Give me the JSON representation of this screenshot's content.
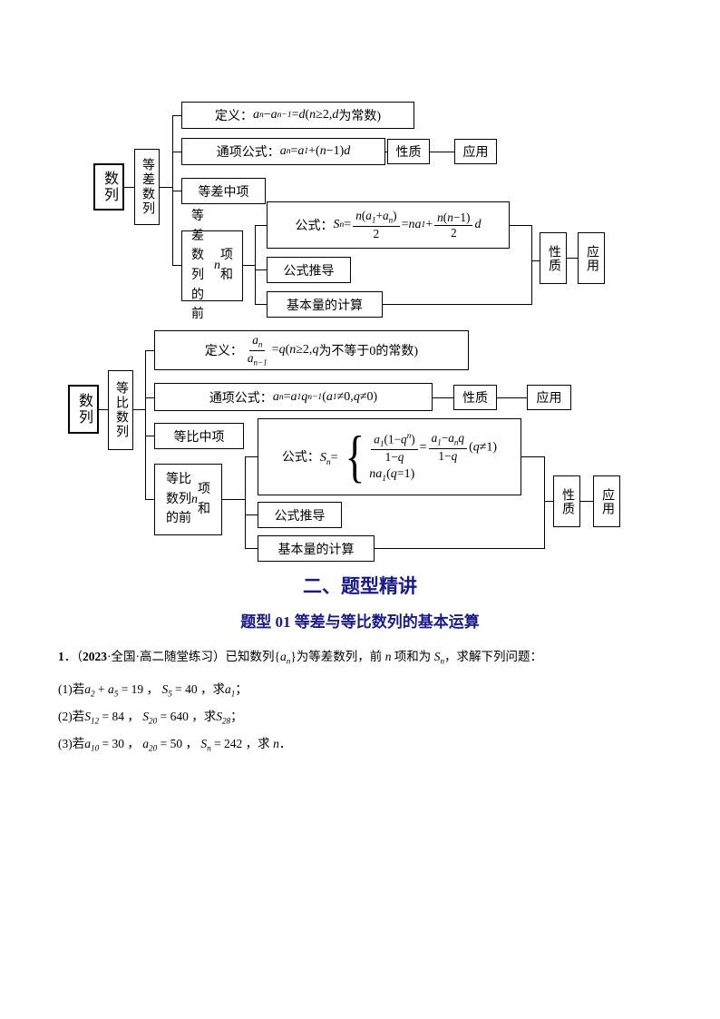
{
  "headings": {
    "section": "二、题型精讲",
    "topic": "题型 01 等差与等比数列的基本运算",
    "color": "#19198c"
  },
  "diagram1": {
    "root": "数列",
    "branch": "等差数列",
    "def_rich": [
      [
        "t",
        "定义："
      ],
      [
        "i",
        "a"
      ],
      [
        "sub",
        "n"
      ],
      [
        "t",
        "−"
      ],
      [
        "i",
        "a"
      ],
      [
        "sub",
        "n−1"
      ],
      [
        "t",
        "="
      ],
      [
        "i",
        "d"
      ],
      [
        "t",
        "("
      ],
      [
        "i",
        "n"
      ],
      [
        "t",
        "≥2,"
      ],
      [
        "i",
        "d"
      ],
      [
        "t",
        "为常数)"
      ]
    ],
    "term_rich": [
      [
        "t",
        "通项公式："
      ],
      [
        "i",
        "a"
      ],
      [
        "sub",
        "n"
      ],
      [
        "t",
        "="
      ],
      [
        "i",
        "a"
      ],
      [
        "sub",
        "1"
      ],
      [
        "t",
        "+("
      ],
      [
        "i",
        "n"
      ],
      [
        "t",
        "−1)"
      ],
      [
        "i",
        "d"
      ]
    ],
    "prop_a": "性质",
    "app_a": "应用",
    "mid": "等差中项",
    "sum_label_rich": [
      [
        "t",
        "等差数列的前"
      ],
      [
        "i",
        "n"
      ],
      [
        "t",
        "项和"
      ]
    ],
    "sumf_rich": [
      [
        "t",
        "公式："
      ],
      [
        "i",
        "S"
      ],
      [
        "sub",
        "n"
      ],
      [
        "t",
        "="
      ],
      [
        "frac",
        [
          [
            "i",
            "n"
          ],
          [
            "t",
            "("
          ],
          [
            "i",
            "a"
          ],
          [
            "sub",
            "1"
          ],
          [
            "t",
            "+"
          ],
          [
            "i",
            "a"
          ],
          [
            "sub",
            "n"
          ],
          [
            "t",
            ")"
          ]
        ],
        [
          [
            "t",
            "2"
          ]
        ]
      ],
      [
        "t",
        "="
      ],
      [
        "i",
        "n"
      ],
      [
        "i",
        "a"
      ],
      [
        "sub",
        "1"
      ],
      [
        "t",
        "+"
      ],
      [
        "frac",
        [
          [
            "i",
            "n"
          ],
          [
            "t",
            "("
          ],
          [
            "i",
            "n"
          ],
          [
            "t",
            "−1)"
          ]
        ],
        [
          [
            "t",
            "2"
          ]
        ]
      ],
      [
        "i",
        "d"
      ]
    ],
    "derive": "公式推导",
    "basic": "基本量的计算",
    "prop_b": "性质",
    "app_b": "应用"
  },
  "diagram2": {
    "root": "数列",
    "branch": "等比数列",
    "def_rich": [
      [
        "t",
        "定义："
      ],
      [
        "frac",
        [
          [
            "i",
            "a"
          ],
          [
            "sub",
            "n"
          ]
        ],
        [
          [
            "i",
            "a"
          ],
          [
            "sub",
            "n−1"
          ]
        ]
      ],
      [
        "t",
        "="
      ],
      [
        "i",
        "q"
      ],
      [
        "t",
        "("
      ],
      [
        "i",
        "n"
      ],
      [
        "t",
        "≥2,"
      ],
      [
        "i",
        "q"
      ],
      [
        "t",
        "为不等于0的常数)"
      ]
    ],
    "term_rich": [
      [
        "t",
        "通项公式："
      ],
      [
        "i",
        "a"
      ],
      [
        "sub",
        "n"
      ],
      [
        "t",
        "="
      ],
      [
        "i",
        "a"
      ],
      [
        "sub",
        "1"
      ],
      [
        "i",
        "q"
      ],
      [
        "sup",
        "n−1"
      ],
      [
        "t",
        "("
      ],
      [
        "i",
        "a"
      ],
      [
        "sub",
        "1"
      ],
      [
        "t",
        "≠0,"
      ],
      [
        "i",
        "q"
      ],
      [
        "t",
        "≠0)"
      ]
    ],
    "prop_a": "性质",
    "app_a": "应用",
    "mid": "等比中项",
    "sum_label_rich": [
      [
        "t",
        "等比数列的前"
      ],
      [
        "i",
        "n"
      ],
      [
        "t",
        "项和"
      ]
    ],
    "sumf_prefix_rich": [
      [
        "t",
        "公式："
      ],
      [
        "i",
        "S"
      ],
      [
        "sub",
        "n"
      ],
      [
        "t",
        "="
      ]
    ],
    "brace": "{",
    "case1_rich": [
      [
        "frac",
        [
          [
            "i",
            "a"
          ],
          [
            "sub",
            "1"
          ],
          [
            "t",
            "(1−"
          ],
          [
            "i",
            "q"
          ],
          [
            "sup",
            "n"
          ],
          [
            "t",
            ")"
          ]
        ],
        [
          [
            "t",
            "1−"
          ],
          [
            "i",
            "q"
          ]
        ]
      ],
      [
        "t",
        "="
      ],
      [
        "frac",
        [
          [
            "i",
            "a"
          ],
          [
            "sub",
            "1"
          ],
          [
            "t",
            "−"
          ],
          [
            "i",
            "a"
          ],
          [
            "sub",
            "n"
          ],
          [
            "i",
            "q"
          ]
        ],
        [
          [
            "t",
            "1−"
          ],
          [
            "i",
            "q"
          ]
        ]
      ],
      [
        "t",
        "("
      ],
      [
        "i",
        "q"
      ],
      [
        "t",
        "≠1)"
      ]
    ],
    "case2_rich": [
      [
        "i",
        "n"
      ],
      [
        "i",
        "a"
      ],
      [
        "sub",
        "1"
      ],
      [
        "t",
        "("
      ],
      [
        "i",
        "q"
      ],
      [
        "t",
        "=1)"
      ]
    ],
    "derive": "公式推导",
    "basic": "基本量的计算",
    "prop_b": "性质",
    "app_b": "应用"
  },
  "problem": {
    "line1_rich": [
      [
        "b",
        "1"
      ],
      [
        "t",
        "．（"
      ],
      [
        "b",
        "2023"
      ],
      [
        "t",
        "·全国·高二随堂练习）已知数列{"
      ],
      [
        "i",
        "a"
      ],
      [
        "sub",
        "n"
      ],
      [
        "t",
        "}为等差数列，前 "
      ],
      [
        "i",
        "n"
      ],
      [
        "t",
        " 项和为 "
      ],
      [
        "i",
        "S"
      ],
      [
        "sub",
        "n"
      ],
      [
        "t",
        "，求解下列问题："
      ]
    ],
    "part1_rich": [
      [
        "t",
        "(1)若"
      ],
      [
        "i",
        "a"
      ],
      [
        "sub",
        "2"
      ],
      [
        "t",
        " + "
      ],
      [
        "i",
        "a"
      ],
      [
        "sub",
        "5"
      ],
      [
        "t",
        " = 19 ， "
      ],
      [
        "i",
        "S"
      ],
      [
        "sub",
        "5"
      ],
      [
        "t",
        " = 40 ，求"
      ],
      [
        "i",
        "a"
      ],
      [
        "sub",
        "1"
      ],
      [
        "t",
        "；"
      ]
    ],
    "part2_rich": [
      [
        "t",
        "(2)若"
      ],
      [
        "i",
        "S"
      ],
      [
        "sub",
        "12"
      ],
      [
        "t",
        " = 84 ， "
      ],
      [
        "i",
        "S"
      ],
      [
        "sub",
        "20"
      ],
      [
        "t",
        " = 640 ，求"
      ],
      [
        "i",
        "S"
      ],
      [
        "sub",
        "28"
      ],
      [
        "t",
        "；"
      ]
    ],
    "part3_rich": [
      [
        "t",
        "(3)若"
      ],
      [
        "i",
        "a"
      ],
      [
        "sub",
        "10"
      ],
      [
        "t",
        " = 30 ， "
      ],
      [
        "i",
        "a"
      ],
      [
        "sub",
        "20"
      ],
      [
        "t",
        " = 50 ， "
      ],
      [
        "i",
        "S"
      ],
      [
        "sub",
        "n"
      ],
      [
        "t",
        " = 242 ，求 "
      ],
      [
        "i",
        "n"
      ],
      [
        "t",
        "．"
      ]
    ]
  }
}
